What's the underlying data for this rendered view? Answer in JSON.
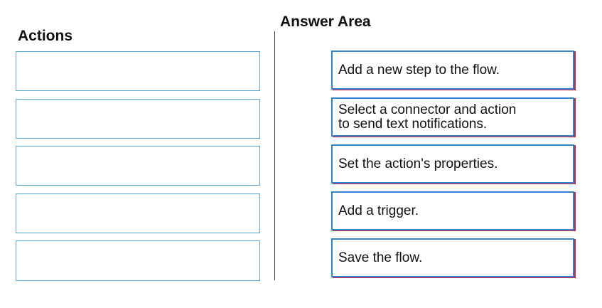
{
  "actions": {
    "heading": "Actions",
    "slots": [
      "",
      "",
      "",
      "",
      ""
    ]
  },
  "answer_area": {
    "heading": "Answer Area",
    "items": [
      {
        "label": "Add a new step to the flow."
      },
      {
        "label": "Select a connector and action\nto send text notifications."
      },
      {
        "label": "Set the action's properties."
      },
      {
        "label": "Add a trigger."
      },
      {
        "label": "Save the flow."
      }
    ]
  },
  "colors": {
    "card_border": "#2f86cf",
    "card_shadow": "#d8203a",
    "slot_border": "#5aa6db"
  }
}
